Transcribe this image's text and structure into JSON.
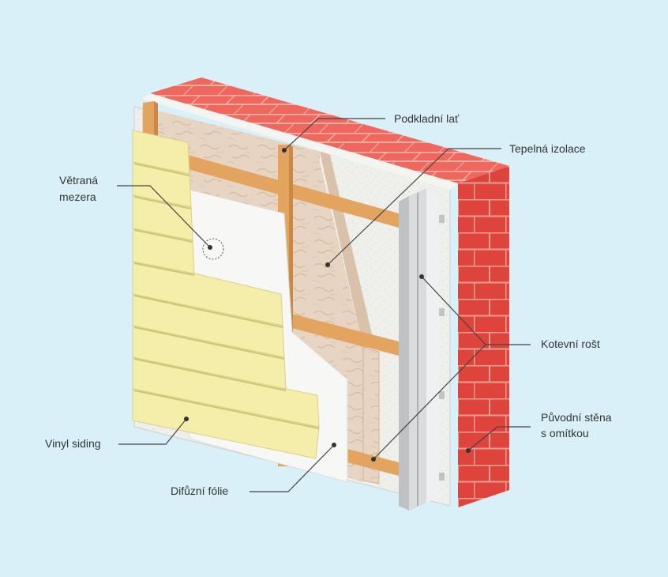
{
  "labels": {
    "podkladni_lat": "Podkladní lať",
    "tepelna_izolace": "Tepelná izolace",
    "vetrana_mezera_1": "Větraná",
    "vetrana_mezera_2": "mezera",
    "kotevni_rost": "Kotevní rošt",
    "puvodni_stena_1": "Původní stěna",
    "puvodni_stena_2": "s omítkou",
    "vinyl_siding": "Vinyl siding",
    "difuzni_folie": "Difůzní fólie"
  },
  "colors": {
    "background": "#d9f0f8",
    "brick": "#e8463f",
    "brick_top": "#f0675d",
    "mortar": "#f3b3ad",
    "plaster": "#f2f2f0",
    "insulation": "#e6d2c0",
    "batten": "#e3a45f",
    "siding": "#f5eeaa",
    "foil": "#f7f7f5",
    "rail": "#d4d6d8",
    "leader": "#444444"
  }
}
